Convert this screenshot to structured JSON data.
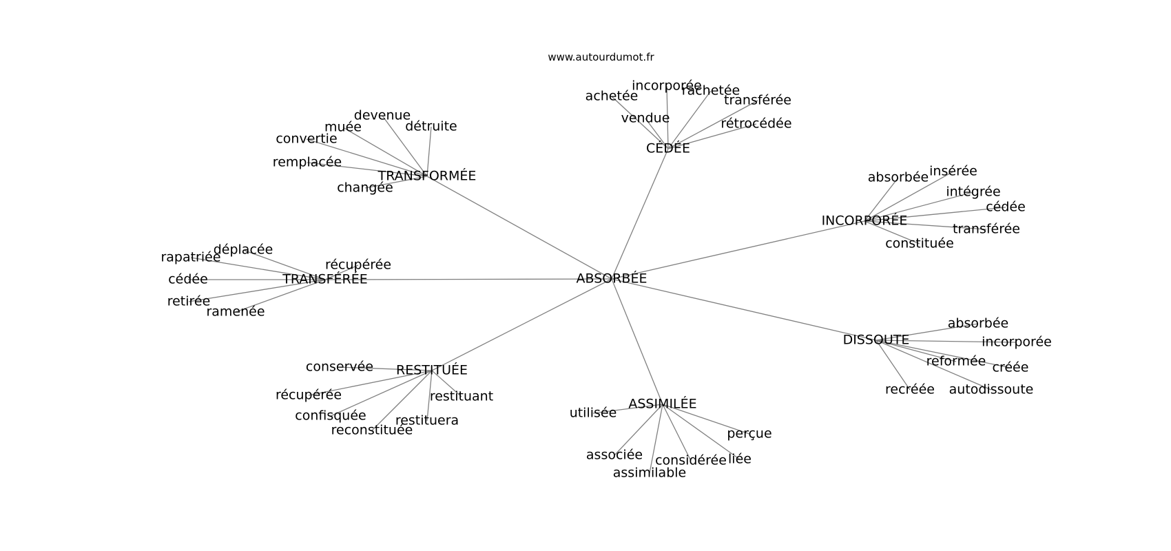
{
  "source_label": "www.autourdumot.fr",
  "graph": {
    "center": "ABSORBÉE",
    "hubs": [
      {
        "label": "CÉDÉE",
        "children": [
          "achetée",
          "incorporée",
          "rachetée",
          "transférée",
          "vendue",
          "rétrocédée"
        ]
      },
      {
        "label": "TRANSFORMÉE",
        "children": [
          "devenue",
          "muée",
          "détruite",
          "convertie",
          "remplacée",
          "changée"
        ]
      },
      {
        "label": "INCORPORÉE",
        "children": [
          "absorbée",
          "insérée",
          "intégrée",
          "cédée",
          "transférée",
          "constituée"
        ]
      },
      {
        "label": "TRANSFÉRÉE",
        "children": [
          "déplacée",
          "rapatriée",
          "récupérée",
          "cédée",
          "retirée",
          "ramenée"
        ]
      },
      {
        "label": "DISSOUTE",
        "children": [
          "absorbée",
          "incorporée",
          "reformée",
          "créée",
          "recréée",
          "autodissoute"
        ]
      },
      {
        "label": "RESTITUÉE",
        "children": [
          "conservée",
          "récupérée",
          "restituant",
          "confisquée",
          "restituera",
          "reconstituée"
        ]
      },
      {
        "label": "ASSIMILÉE",
        "children": [
          "utilisée",
          "perçue",
          "associée",
          "considérée",
          "liée",
          "assimilable"
        ]
      }
    ]
  }
}
